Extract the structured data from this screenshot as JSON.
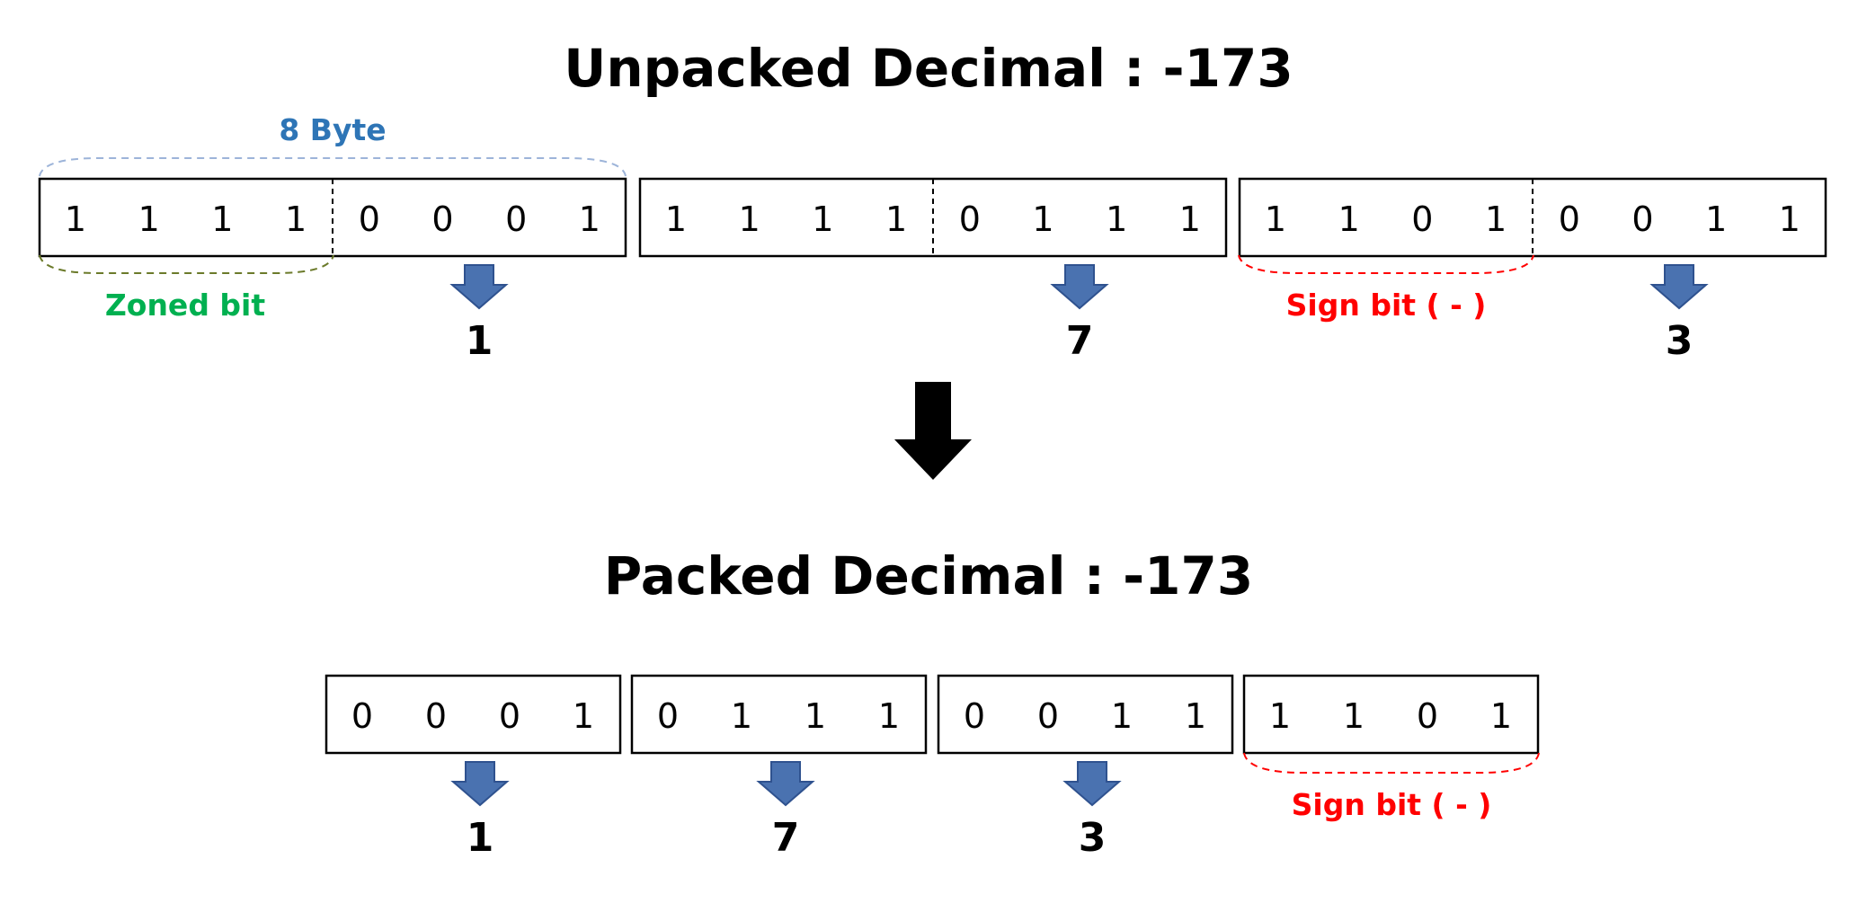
{
  "unpacked": {
    "title": "Unpacked Decimal : -173",
    "bytes": [
      {
        "bits": [
          "1",
          "1",
          "1",
          "1",
          "0",
          "0",
          "0",
          "1"
        ],
        "digit": "1"
      },
      {
        "bits": [
          "1",
          "1",
          "1",
          "1",
          "0",
          "1",
          "1",
          "1"
        ],
        "digit": "7"
      },
      {
        "bits": [
          "1",
          "1",
          "0",
          "1",
          "0",
          "0",
          "1",
          "1"
        ],
        "digit": "3"
      }
    ],
    "byte_label": "8 Byte",
    "zoned_label": "Zoned bit",
    "sign_label": "Sign bit ( - )"
  },
  "packed": {
    "title": "Packed Decimal : -173",
    "nibbles": [
      {
        "bits": [
          "0",
          "0",
          "0",
          "1"
        ],
        "digit": "1"
      },
      {
        "bits": [
          "0",
          "1",
          "1",
          "1"
        ],
        "digit": "7"
      },
      {
        "bits": [
          "0",
          "0",
          "1",
          "1"
        ],
        "digit": "3"
      },
      {
        "bits": [
          "1",
          "1",
          "0",
          "1"
        ],
        "digit": ""
      }
    ],
    "sign_label": "Sign bit ( - )"
  },
  "colors": {
    "byte_label": "#2e75b6",
    "zoned_label": "#00b050",
    "zoned_brace": "#6b7a2a",
    "sign_label": "#ff0000",
    "down_arrow": "#4a72b0",
    "down_arrow_stroke": "#2f528f",
    "big_arrow": "#000000",
    "byte_brace": "#9db4d9"
  }
}
